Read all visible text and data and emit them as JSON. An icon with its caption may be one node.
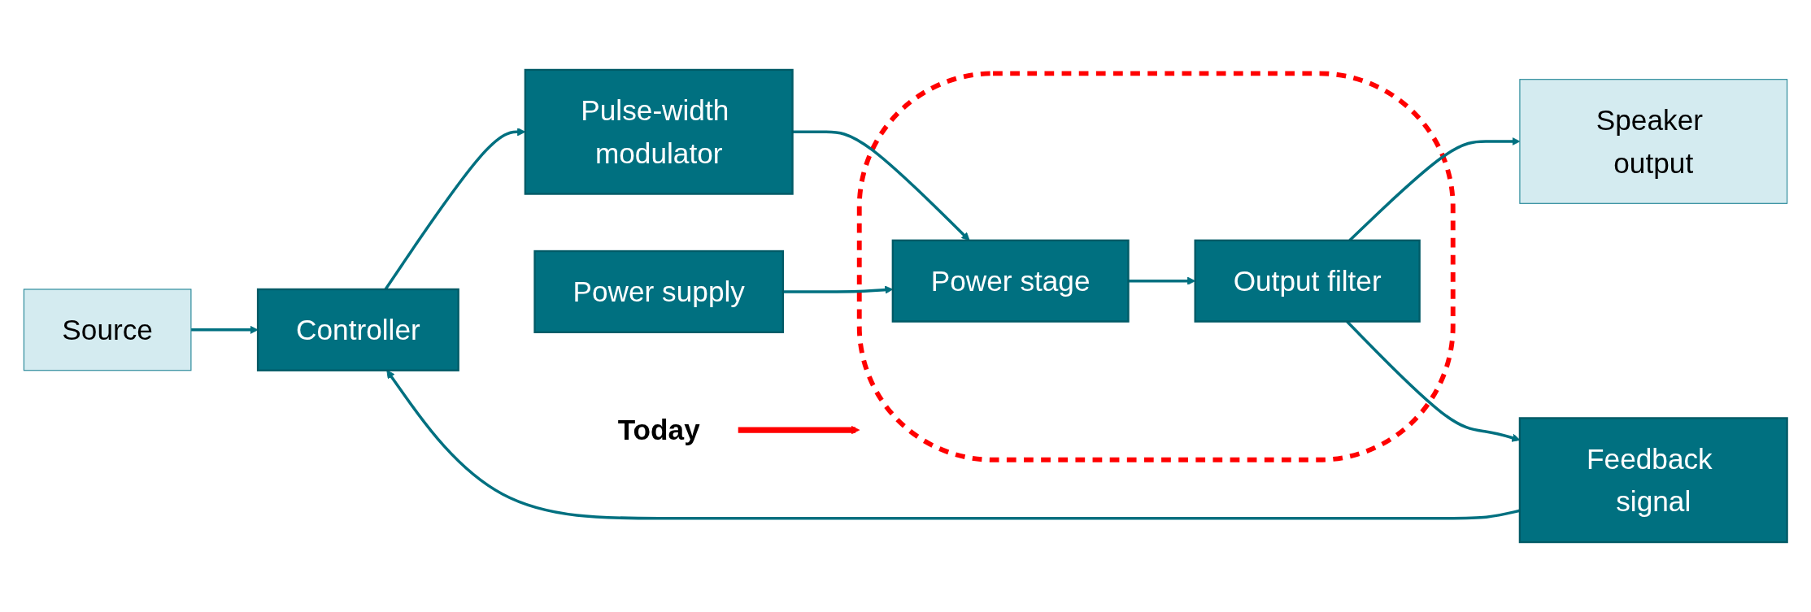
{
  "diagram": {
    "nodes": [
      {
        "text": [
          "Power supply"
        ]
      },
      {
        "text": [
          "Source"
        ]
      },
      {
        "text": [
          "Controller"
        ]
      },
      {
        "text": [
          "Pulse-width modulator"
        ]
      },
      {
        "text": [],
        "shape": "ellipse"
      },
      {
        "text": [
          "Power stage"
        ],
        "in": 4
      },
      {
        "text": [
          "Output filter"
        ],
        "in": 4
      },
      {
        "text": [
          "Speaker output"
        ]
      },
      {
        "text": [
          "Feedback signal"
        ]
      },
      {
        "text": [
          "Today"
        ]
      }
    ],
    "edges": [
      {
        "from": 1,
        "to": 2,
        "arrow": "to"
      },
      {
        "from": 2,
        "to": 3,
        "arrow": "to"
      },
      {
        "from": 3,
        "to": 5,
        "arrow": "to"
      },
      {
        "from": 0,
        "to": 5,
        "arrow": "to"
      },
      {
        "from": 5,
        "to": 6,
        "arrow": "to"
      },
      {
        "from": 6,
        "to": 7,
        "arrow": "to"
      },
      {
        "from": 6,
        "to": 8,
        "arrow": "to"
      },
      {
        "from": 8,
        "to": 2,
        "arrow": "to"
      },
      {
        "from": 9,
        "to": 4,
        "arrow": "to",
        "style": "thick",
        "color": "#ff0000"
      }
    ]
  }
}
